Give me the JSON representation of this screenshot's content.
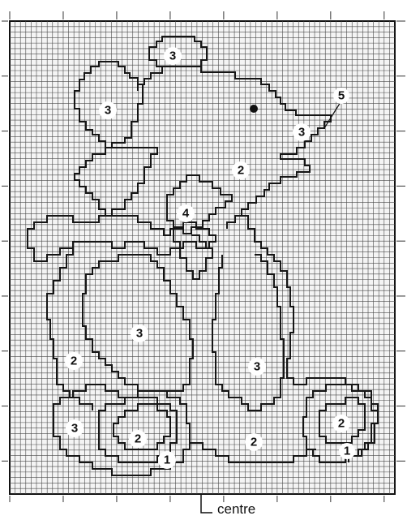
{
  "chart": {
    "grid_columns": 72,
    "grid_rows": 86,
    "colors": {
      "grid": "#4a4a4a",
      "outline": "#151515",
      "background": "#ffffff"
    }
  },
  "labels": {
    "ear_top": "3",
    "ear_left": "3",
    "nose": "3",
    "head": "2",
    "bow": "4",
    "pointer": "5",
    "tummy": "3",
    "arm": "3",
    "body_left": "2",
    "body_bottom": "2",
    "foot_left": "3",
    "paw_left": "2",
    "pad_left": "1",
    "paw_right": "2",
    "pad_right": "1"
  },
  "caption": {
    "text": "centre"
  }
}
